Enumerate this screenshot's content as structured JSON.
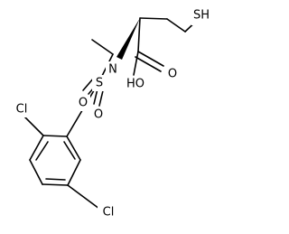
{
  "structure": {
    "atom_labels": {
      "thiol": "SH",
      "amine": "N",
      "sulfonyl_s": "S",
      "sulfonyl_o_top": "O",
      "sulfonyl_o_right": "O",
      "carbonyl_o": "O",
      "hydroxyl": "HO",
      "chloro_top": "Cl",
      "chloro_bottom": "Cl"
    },
    "colors": {
      "bond": "#000000",
      "label": "#000000",
      "background": "#ffffff"
    }
  }
}
